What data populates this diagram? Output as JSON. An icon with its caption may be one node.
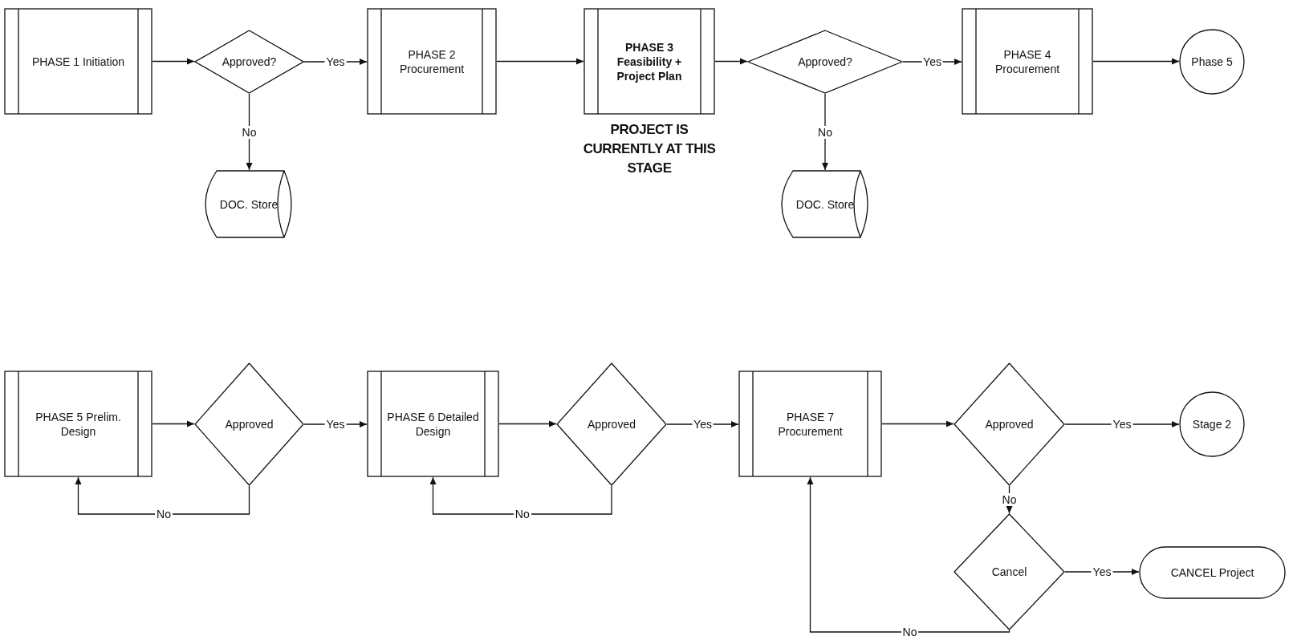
{
  "diagram": {
    "nodes": [
      {
        "text": [
          "PHASE 1 Initiation"
        ]
      },
      {
        "text": [
          "Approved?"
        ]
      },
      {
        "text": [
          "DOC. Store"
        ]
      },
      {
        "text": [
          "PHASE 2 Procurement"
        ]
      },
      {
        "text": [
          "PHASE 3 Feasibility + Project Plan"
        ]
      },
      {
        "text": [
          "Approved?"
        ]
      },
      {
        "text": [
          "DOC. Store"
        ]
      },
      {
        "text": [
          "PHASE 4 Procurement"
        ]
      },
      {
        "text": [
          "Phase 5"
        ]
      },
      {
        "text": [
          "PHASE 5 Prelim. Design"
        ]
      },
      {
        "text": [
          "Approved"
        ]
      },
      {
        "text": [
          "PHASE 6 Detailed Design"
        ]
      },
      {
        "text": [
          "Approved"
        ]
      },
      {
        "text": [
          "PHASE 7 Procurement"
        ]
      },
      {
        "text": [
          "Approved"
        ]
      },
      {
        "text": [
          "Stage 2"
        ]
      },
      {
        "text": [
          "Cancel"
        ]
      },
      {
        "text": [
          "CANCEL Project"
        ]
      }
    ],
    "edges": [
      {
        "from": 0,
        "to": 1,
        "arrow": "to"
      },
      {
        "from": 1,
        "to": 3,
        "arrow": "to",
        "label": "Yes"
      },
      {
        "from": 1,
        "to": 2,
        "arrow": "to",
        "label": "No"
      },
      {
        "from": 3,
        "to": 4,
        "arrow": "to"
      },
      {
        "from": 4,
        "to": 5,
        "arrow": "to"
      },
      {
        "from": 5,
        "to": 7,
        "arrow": "to",
        "label": "Yes"
      },
      {
        "from": 5,
        "to": 6,
        "arrow": "to",
        "label": "No"
      },
      {
        "from": 7,
        "to": 8,
        "arrow": "to"
      },
      {
        "from": 9,
        "to": 10,
        "arrow": "to"
      },
      {
        "from": 10,
        "to": 11,
        "arrow": "to",
        "label": "Yes"
      },
      {
        "from": 10,
        "to": 9,
        "arrow": "to",
        "label": "No"
      },
      {
        "from": 11,
        "to": 12,
        "arrow": "to"
      },
      {
        "from": 12,
        "to": 13,
        "arrow": "to",
        "label": "Yes"
      },
      {
        "from": 12,
        "to": 11,
        "arrow": "to",
        "label": "No"
      },
      {
        "from": 13,
        "to": 14,
        "arrow": "to"
      },
      {
        "from": 14,
        "to": 15,
        "arrow": "to",
        "label": "Yes"
      },
      {
        "from": 14,
        "to": 16,
        "arrow": "to",
        "label": "No"
      },
      {
        "from": 16,
        "to": 17,
        "arrow": "to",
        "label": "Yes"
      },
      {
        "from": 16,
        "to": 13,
        "arrow": "to",
        "label": "No"
      }
    ],
    "labels": [
      "PROJECT IS CURRENTLY AT THIS STAGE"
    ]
  }
}
